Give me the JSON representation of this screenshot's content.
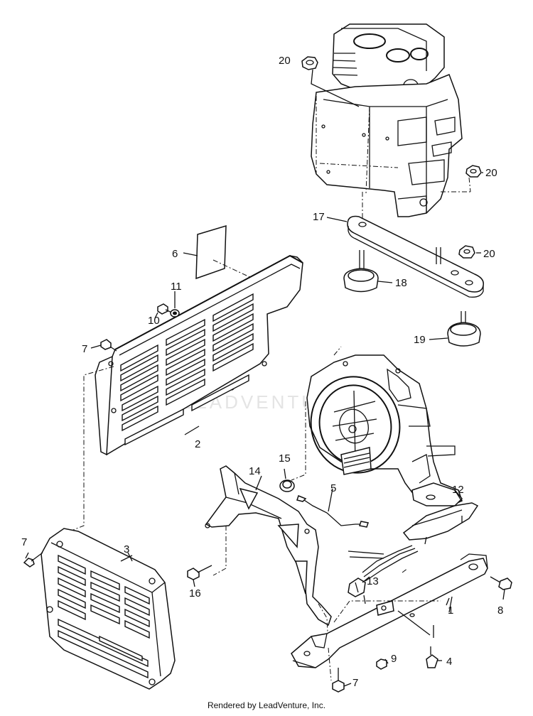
{
  "callouts": [
    "20",
    "20",
    "17",
    "20",
    "18",
    "19",
    "6",
    "11",
    "10",
    "7",
    "2",
    "15",
    "14",
    "5",
    "12",
    "7",
    "3",
    "16",
    "13",
    "1",
    "8",
    "9",
    "4",
    "7"
  ],
  "footer": "Rendered by LeadVenture, Inc.",
  "watermark": "LEADVENTURE"
}
